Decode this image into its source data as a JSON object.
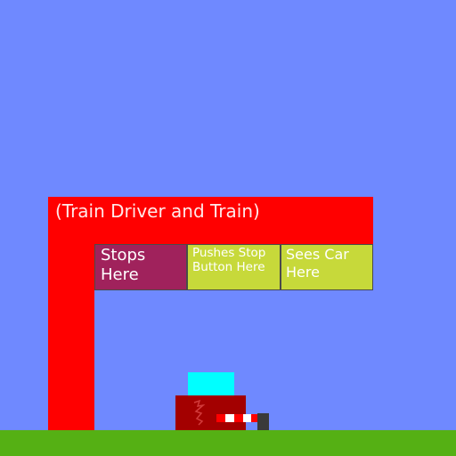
{
  "diagram": {
    "title": "(Train Driver and Train)",
    "boxes": [
      {
        "id": "stops",
        "label": "Stops Here"
      },
      {
        "id": "pushes",
        "label": "Pushes Stop Button Here"
      },
      {
        "id": "sees",
        "label": "Sees Car Here"
      }
    ]
  },
  "colors": {
    "sky": "#6f89ff",
    "ground": "#55b014",
    "frame": "#ff0000",
    "stops_box": "#a0225c",
    "action_boxes": "#c7d93a",
    "cab": "#00ffff",
    "body": "#a30000",
    "post": "#3a3a3a"
  }
}
